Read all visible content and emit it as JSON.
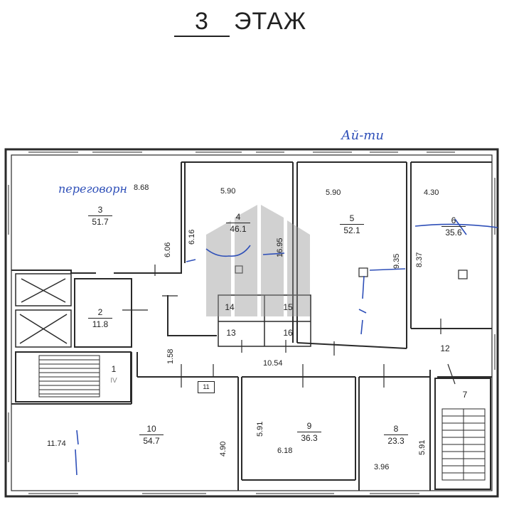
{
  "title": {
    "number": "3",
    "word": "ЭТАЖ"
  },
  "handwriting": {
    "top_note": "Ай-ти",
    "room3_note": "переговорн"
  },
  "rooms": [
    {
      "number": "1",
      "area": "",
      "extra": "IV"
    },
    {
      "number": "2",
      "area": "11.8"
    },
    {
      "number": "3",
      "area": "51.7"
    },
    {
      "number": "4",
      "area": "46.1"
    },
    {
      "number": "5",
      "area": "52.1"
    },
    {
      "number": "6",
      "area": "35.6"
    },
    {
      "number": "7",
      "area": ""
    },
    {
      "number": "8",
      "area": "23.3"
    },
    {
      "number": "9",
      "area": "36.3"
    },
    {
      "number": "10",
      "area": "54.7"
    },
    {
      "number": "11",
      "area": ""
    },
    {
      "number": "12",
      "area": ""
    },
    {
      "number": "13",
      "area": ""
    },
    {
      "number": "14",
      "area": ""
    },
    {
      "number": "15",
      "area": ""
    },
    {
      "number": "16",
      "area": ""
    }
  ],
  "dimensions": {
    "d_868": "8.68",
    "d_606": "6.06",
    "d_590a": "5.90",
    "d_616": "6.16",
    "d_695": "16.95",
    "d_590b": "5.90",
    "d_935": "9.35",
    "d_430": "4.30",
    "d_837": "8.37",
    "d_158": "1.58",
    "d_1054": "10.54",
    "d_1174": "11.74",
    "d_490": "4.90",
    "d_591a": "5.91",
    "d_618": "6.18",
    "d_591b": "5.91",
    "d_396": "3.96"
  },
  "colors": {
    "line": "#2a2a2a",
    "pen": "#2e4fb8",
    "watermark": "#9a9a9a"
  }
}
